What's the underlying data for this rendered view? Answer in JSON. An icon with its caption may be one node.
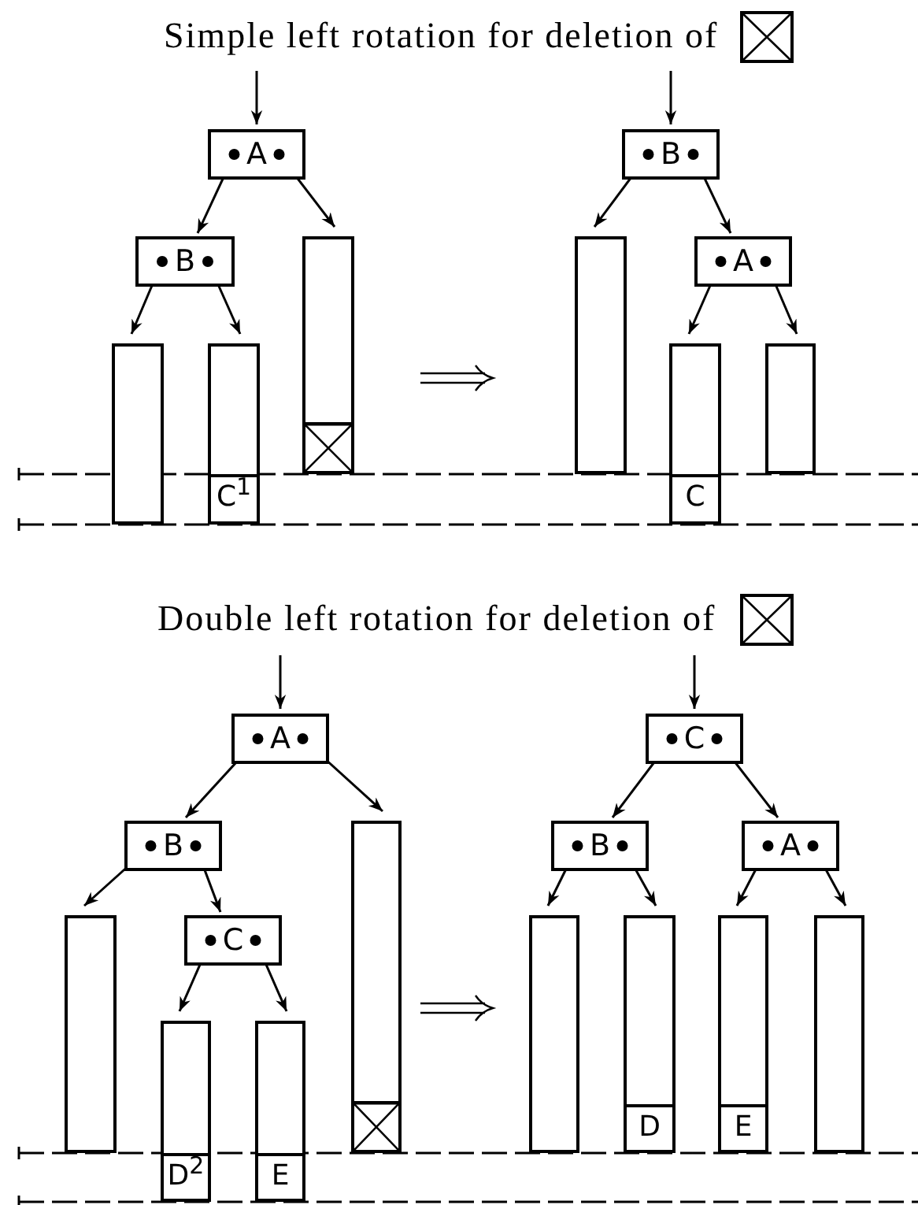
{
  "diagram": {
    "nodes": [
      {
        "text": [
          "A"
        ]
      },
      {
        "text": [
          "B"
        ]
      },
      {
        "text": [],
        "shape": "bar"
      },
      {
        "text": [
          "C$^{1}$"
        ]
      },
      {
        "text": [],
        "shape": "bar"
      },
      {
        "text": [
          "B"
        ]
      },
      {
        "text": [],
        "shape": "bar"
      },
      {
        "text": [
          "A"
        ]
      },
      {
        "text": [
          "C"
        ]
      },
      {
        "text": [],
        "shape": "bar"
      },
      {
        "text": [
          "A"
        ]
      },
      {
        "text": [
          "B"
        ]
      },
      {
        "text": [],
        "shape": "bar"
      },
      {
        "text": [
          "C"
        ]
      },
      {
        "text": [
          "D$^{2}$"
        ]
      },
      {
        "text": [
          "E"
        ]
      },
      {
        "text": [],
        "shape": "bar"
      },
      {
        "text": [
          "C"
        ]
      },
      {
        "text": [
          "B"
        ]
      },
      {
        "text": [
          "A"
        ]
      },
      {
        "text": [],
        "shape": "bar"
      },
      {
        "text": [
          "D"
        ]
      },
      {
        "text": [
          "E"
        ]
      },
      {
        "text": [],
        "shape": "bar"
      }
    ],
    "edges": [
      {
        "from": null,
        "to": 0,
        "arrow": "to"
      },
      {
        "from": 0,
        "to": 1,
        "arrow": "to"
      },
      {
        "from": 0,
        "to": 4,
        "arrow": "to"
      },
      {
        "from": 1,
        "to": 2,
        "arrow": "to"
      },
      {
        "from": 1,
        "to": 3,
        "arrow": "to"
      },
      {
        "from": null,
        "to": 5,
        "arrow": "to"
      },
      {
        "from": 5,
        "to": 6,
        "arrow": "to"
      },
      {
        "from": 5,
        "to": 7,
        "arrow": "to"
      },
      {
        "from": 7,
        "to": 8,
        "arrow": "to"
      },
      {
        "from": 7,
        "to": 9,
        "arrow": "to"
      },
      {
        "from": null,
        "to": 10,
        "arrow": "to"
      },
      {
        "from": 10,
        "to": 11,
        "arrow": "to"
      },
      {
        "from": 10,
        "to": 16,
        "arrow": "to"
      },
      {
        "from": 11,
        "to": 12,
        "arrow": "to"
      },
      {
        "from": 11,
        "to": 13,
        "arrow": "to"
      },
      {
        "from": 13,
        "to": 14,
        "arrow": "to"
      },
      {
        "from": 13,
        "to": 15,
        "arrow": "to"
      },
      {
        "from": null,
        "to": 17,
        "arrow": "to"
      },
      {
        "from": 17,
        "to": 18,
        "arrow": "to"
      },
      {
        "from": 17,
        "to": 19,
        "arrow": "to"
      },
      {
        "from": 18,
        "to": 20,
        "arrow": "to"
      },
      {
        "from": 18,
        "to": 21,
        "arrow": "to"
      },
      {
        "from": 19,
        "to": 22,
        "arrow": "to"
      },
      {
        "from": 19,
        "to": 23,
        "arrow": "to"
      }
    ],
    "labels": [
      "Simple left rotation for deletion of",
      "Double left rotation for deletion of"
    ]
  }
}
